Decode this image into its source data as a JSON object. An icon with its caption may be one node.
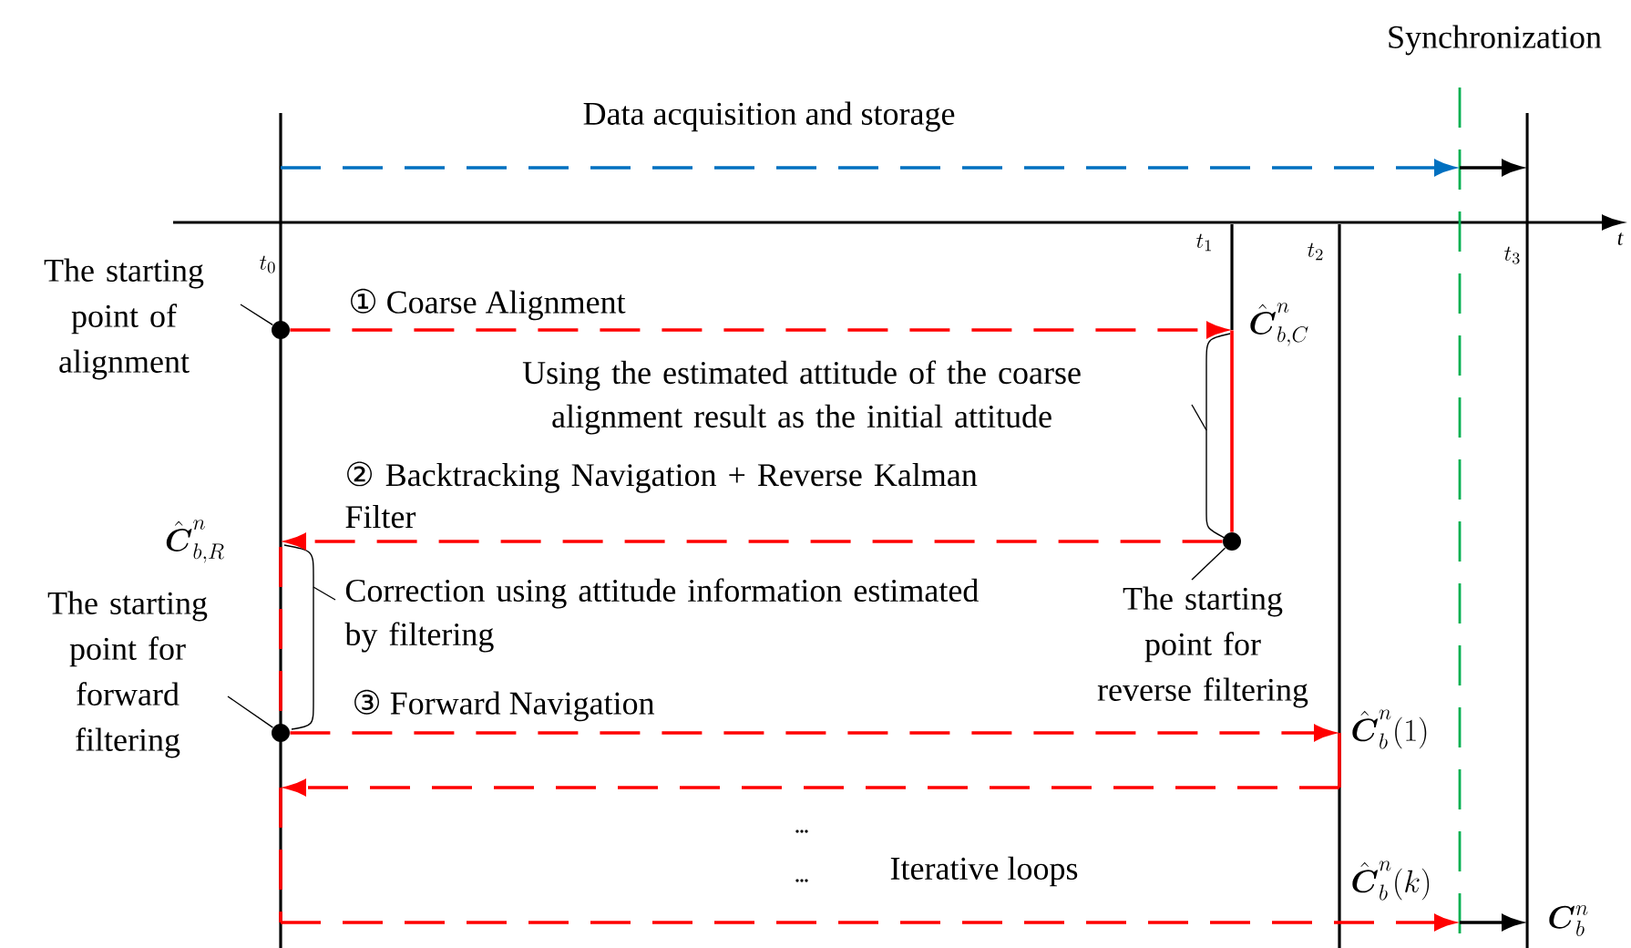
{
  "diagram": {
    "nodes": [
      {
        "text": [],
        "shape": "bar",
        "beside": [
          "t_0"
        ]
      },
      {
        "text": [],
        "shape": "bar",
        "beside": [
          "t_1"
        ]
      },
      {
        "text": [],
        "shape": "bar",
        "beside": [
          "t_2"
        ]
      },
      {
        "text": [],
        "shape": "bar",
        "beside": [
          "Synchronization"
        ]
      },
      {
        "text": [],
        "shape": "bar",
        "beside": [
          "t_3"
        ]
      },
      {
        "text": [],
        "shape": "circle"
      },
      {
        "text": [],
        "shape": "circle"
      },
      {
        "text": [],
        "shape": "circle"
      },
      {
        "text": [
          "The starting point of alignment"
        ]
      },
      {
        "text": [
          "The starting point for reverse filtering"
        ]
      },
      {
        "text": [
          "The starting point for forward filtering"
        ]
      }
    ],
    "edges": [
      {
        "from": 0,
        "to": 3,
        "arrow": "to",
        "label": "Data acquisition and storage",
        "style": "dashed",
        "color": "#0070c0"
      },
      {
        "from": 3,
        "to": 4,
        "arrow": "to",
        "color": "#000000"
      },
      {
        "from": 5,
        "to": 1,
        "arrow": "to",
        "label": "① Coarse Alignment",
        "style": "dashed",
        "color": "#ff0000"
      },
      {
        "from": 6,
        "to": 0,
        "arrow": "to",
        "label": "② Backtracking Navigation + Reverse Kalman Filter",
        "style": "dashed",
        "color": "#ff0000"
      },
      {
        "from": 7,
        "to": 2,
        "arrow": "to",
        "label": "③ Forward Navigation",
        "style": "dashed",
        "color": "#ff0000"
      },
      {
        "from": 2,
        "to": 0,
        "arrow": "to",
        "style": "dashed",
        "color": "#ff0000"
      },
      {
        "from": 0,
        "to": 3,
        "arrow": "to",
        "style": "dashed",
        "color": "#ff0000"
      },
      {
        "from": 3,
        "to": 4,
        "arrow": "to",
        "color": "#000000"
      },
      {
        "from": 8,
        "to": 5,
        "arrow": "none",
        "color": "#000000"
      },
      {
        "from": 9,
        "to": 6,
        "arrow": "none",
        "color": "#000000"
      },
      {
        "from": 10,
        "to": 7,
        "arrow": "none",
        "color": "#000000"
      },
      {
        "from": 1,
        "to": 6,
        "arrow": "none",
        "color": "#ff0000"
      }
    ],
    "labels": [
      "Using the estimated attitude of the coarse alignment result as the initial attitude",
      "Correction using attitude information estimated by filtering",
      "...",
      "...",
      "Iterative loops",
      "\\hat{\\boldsymbol{C}}^{n}_{b,C}",
      "\\hat{\\boldsymbol{C}}^{n}_{b,R}",
      "\\hat{\\boldsymbol{C}}^{n}_{b}(1)",
      "\\hat{\\boldsymbol{C}}^{n}_{b}(k)",
      "\\boldsymbol{C}^{n}_{b}",
      "t"
    ]
  }
}
